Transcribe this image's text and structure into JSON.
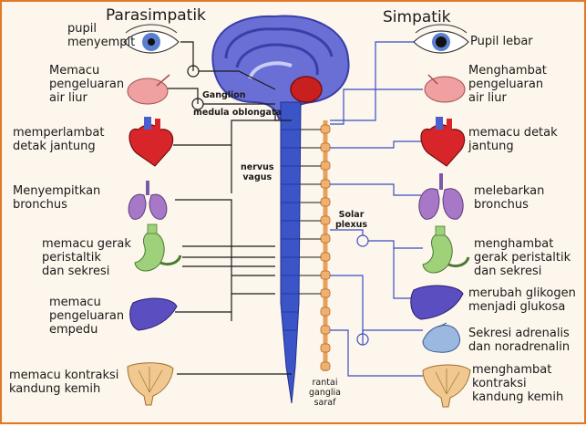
{
  "headers": {
    "left": "Parasimpatik",
    "right": "Simpatik"
  },
  "left_labels": {
    "pupil": "pupil\nmenyempit",
    "saliva": "Memacu\npengeluaran\nair liur",
    "heart": "memperlambat\ndetak jantung",
    "bronchus": "Menyempitkan\nbronchus",
    "stomach": "memacu gerak\nperistaltik\ndan sekresi",
    "bile": "memacu\npengeluaran\nempedu",
    "bladder": "memacu kontraksi\nkandung kemih"
  },
  "right_labels": {
    "pupil": "Pupil lebar",
    "saliva": "Menghambat\npengeluaran\nair liur",
    "heart": "memacu detak\njantung",
    "bronchus": "melebarkan\nbronchus",
    "stomach": "menghambat\ngerak peristaltik\ndan sekresi",
    "liver": "merubah glikogen\nmenjadi glukosa",
    "adrenal": "Sekresi adrenalis\ndan noradrenalin",
    "bladder": "menghambat\nkontraksi\nkandung kemih"
  },
  "center_labels": {
    "ganglion": "Ganglion",
    "medulla": "medula oblongata",
    "vagus": "nervus\nvagus",
    "solar": "Solar\nplexus",
    "chain": "rantai\nganglia\nsaraf"
  },
  "colors": {
    "border": "#e07a2a",
    "spine": "#3b55c8",
    "chain": "#e8a05a",
    "nerve_line": "#1a1a1a",
    "sympathetic_line": "#3a4ec0"
  },
  "icons": [
    "eye-icon",
    "salivary-gland-icon",
    "heart-icon",
    "lungs-icon",
    "stomach-icon",
    "liver-icon",
    "adrenal-gland-icon",
    "bladder-icon",
    "brain-icon"
  ]
}
